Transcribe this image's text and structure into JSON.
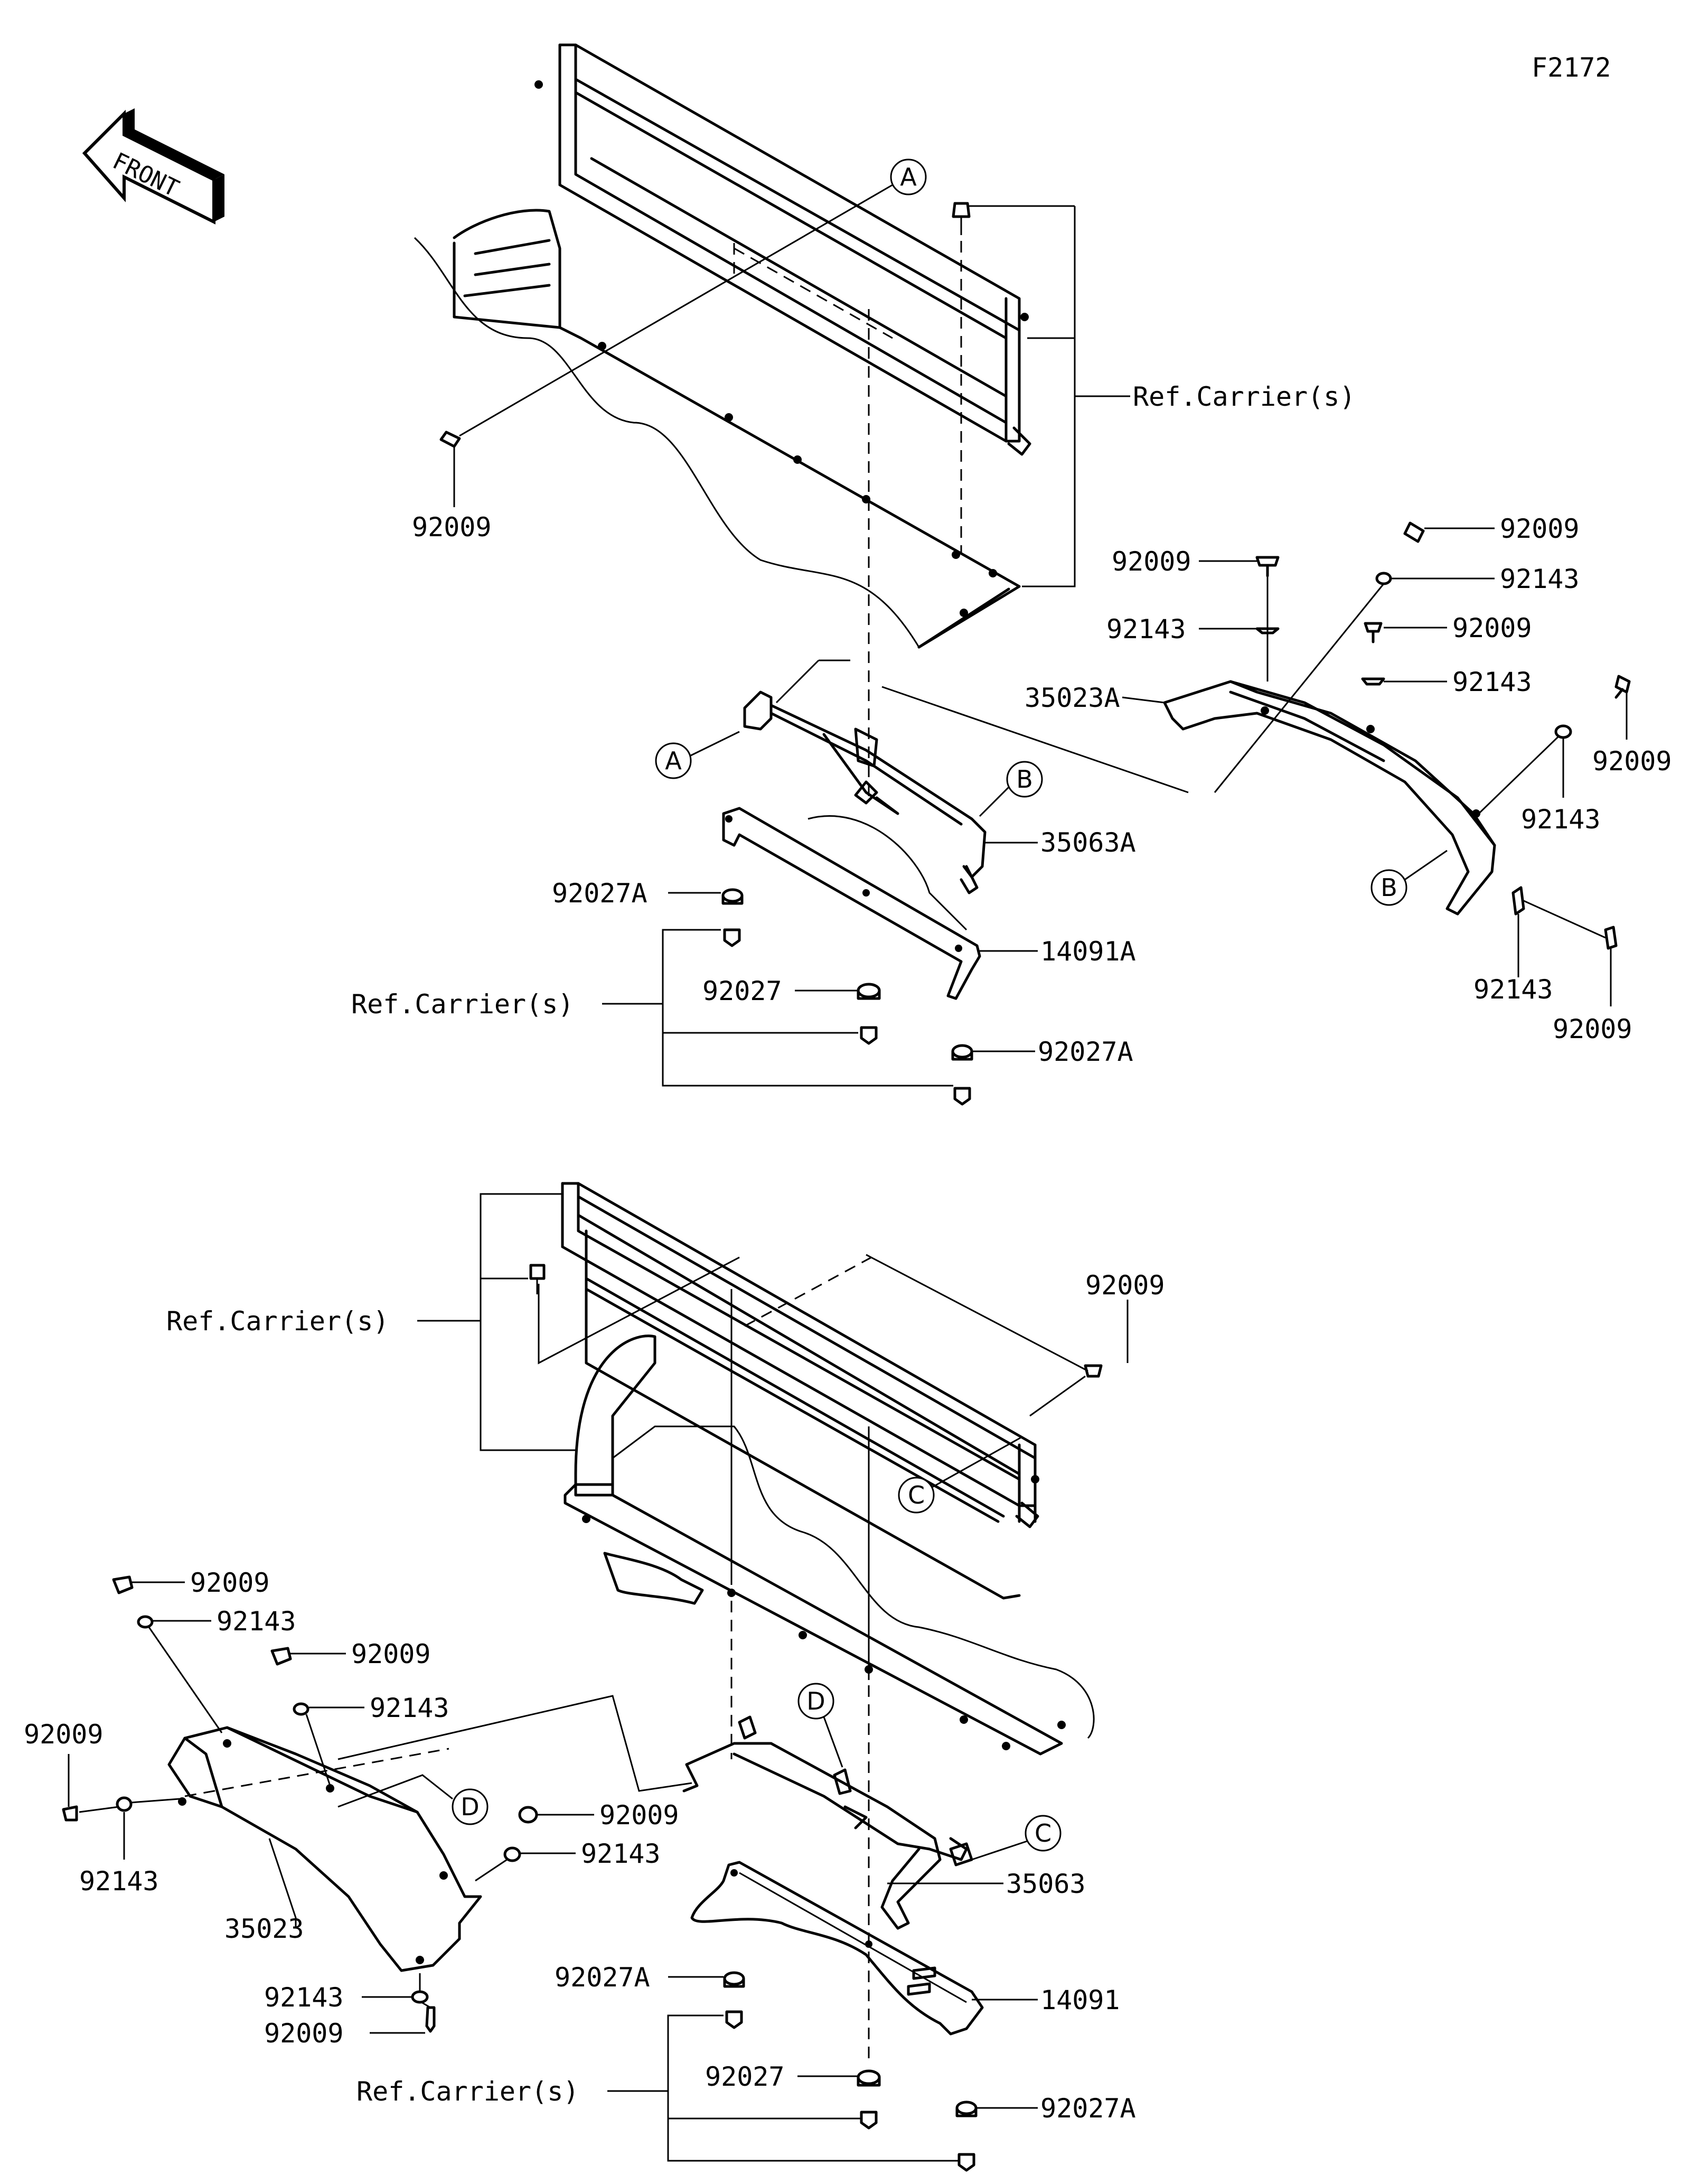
{
  "figure_code": "F2172",
  "front_label": "FRONT",
  "callouts": {
    "A": "A",
    "B": "B",
    "C": "C",
    "D": "D"
  },
  "upper": {
    "ref_carrier_right": "Ref.Carrier(s)",
    "ref_carrier_left": "Ref.Carrier(s)",
    "bolt_left": "92009",
    "guard_right": "35023A",
    "guard_bolts": [
      "92009",
      "92009",
      "92009",
      "92009",
      "92009"
    ],
    "guard_washers": [
      "92143",
      "92143",
      "92143",
      "92143",
      "92143"
    ],
    "bracket": "35063A",
    "stay": "14091A",
    "nut_a1": "92027A",
    "nut_a2": "92027A",
    "nut_center": "92027"
  },
  "lower": {
    "ref_carrier_left": "Ref.Carrier(s)",
    "ref_carrier_bottom": "Ref.Carrier(s)",
    "bolt_right": "92009",
    "guard_left": "35023",
    "guard_bolts": [
      "92009",
      "92009",
      "92009",
      "92009",
      "92009"
    ],
    "guard_washers": [
      "92143",
      "92143",
      "92143",
      "92143",
      "92143"
    ],
    "bracket": "35063",
    "stay": "14091",
    "nut_a1": "92027A",
    "nut_a2": "92027A",
    "nut_center": "92027"
  }
}
